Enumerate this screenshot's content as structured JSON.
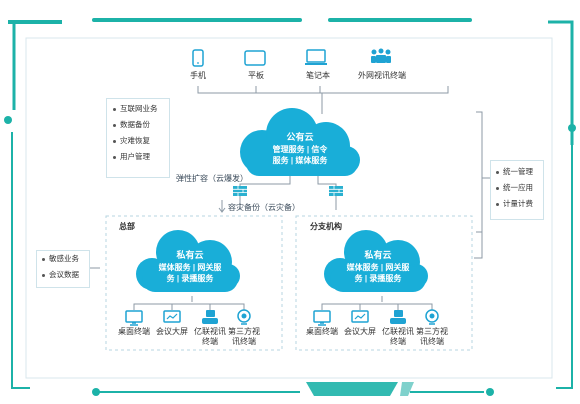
{
  "top_devices": [
    {
      "label": "手机",
      "icon": "smartphone-icon"
    },
    {
      "label": "平板",
      "icon": "tablet-icon"
    },
    {
      "label": "笔记本",
      "icon": "laptop-icon"
    },
    {
      "label": "外网视讯终端",
      "icon": "video-terminal-icon"
    }
  ],
  "public_cloud": {
    "title": "公有云",
    "line1": "管理服务 | 信令",
    "line2": "服务 | 媒体服务"
  },
  "left_services": [
    "互联网业务",
    "数据备份",
    "灾难恢复",
    "用户管理"
  ],
  "right_services": [
    "统一管理",
    "统一应用",
    "计量计费"
  ],
  "elastic_label": "弹性扩容（云爆发）",
  "backup_label": "容灾备份（云灾备）",
  "headquarters": {
    "title": "总部",
    "cloud_title": "私有云",
    "cloud_line1": "媒体服务 | 网关服",
    "cloud_line2": "务 | 录播服务",
    "devices": [
      {
        "label": "桌面终端",
        "label2": "",
        "icon": "desktop-terminal-icon"
      },
      {
        "label": "会议大屏",
        "label2": "",
        "icon": "conference-screen-icon"
      },
      {
        "label": "亿联视讯",
        "label2": "终端",
        "icon": "yealink-terminal-icon"
      },
      {
        "label": "第三方视",
        "label2": "讯终端",
        "icon": "third-party-terminal-icon"
      }
    ]
  },
  "branch": {
    "title": "分支机构",
    "cloud_title": "私有云",
    "cloud_line1": "媒体服务 | 网关服",
    "cloud_line2": "务 | 录播服务",
    "devices": [
      {
        "label": "桌面终端",
        "label2": "",
        "icon": "desktop-terminal-icon"
      },
      {
        "label": "会议大屏",
        "label2": "",
        "icon": "conference-screen-icon"
      },
      {
        "label": "亿联视讯",
        "label2": "终端",
        "icon": "yealink-terminal-icon"
      },
      {
        "label": "第三方视",
        "label2": "讯终端",
        "icon": "third-party-terminal-icon"
      }
    ]
  },
  "sensitive_services": [
    "敏感业务",
    "会议数据"
  ],
  "colors": {
    "accent": "#1fb3a6",
    "cloud": "#19aed8",
    "line": "#8c9aa6",
    "frame": "#1cb2a8",
    "firewall": "#2ab0d0"
  }
}
